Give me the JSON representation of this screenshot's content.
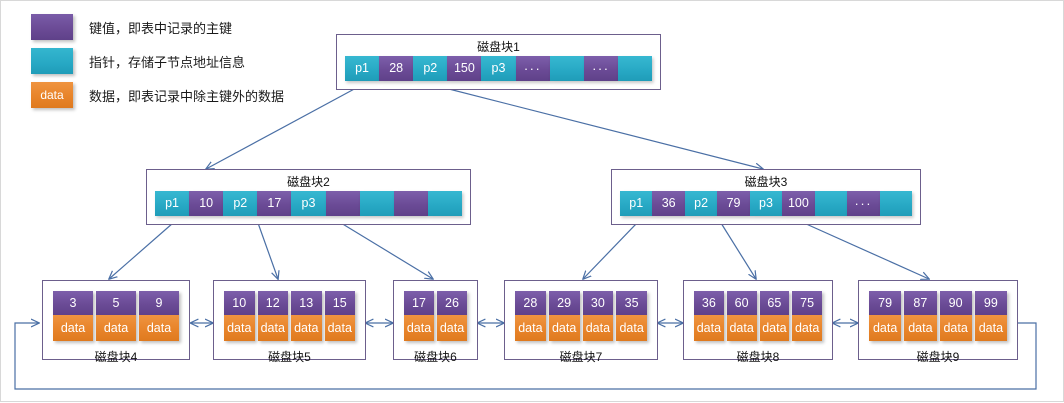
{
  "legend": {
    "items": [
      {
        "swatch": "key-color-swatch",
        "swatch_text": "",
        "text": "键值，即表中记录的主键"
      },
      {
        "swatch": "pointer-color-swatch",
        "swatch_text": "",
        "text": "指针，存储子节点地址信息"
      },
      {
        "swatch": "data-color-swatch",
        "swatch_text": "data",
        "text": "数据，即表记录中除主键外的数据"
      }
    ]
  },
  "colors": {
    "key_purple": "#6b4b96",
    "pointer_cyan": "#27a8c4",
    "data_orange": "#e8842a",
    "node_border": "#6c5f8c",
    "connector": "#4a6fa5"
  },
  "index_nodes": [
    {
      "id": "node-1",
      "title": "磁盘块1",
      "cells": [
        {
          "type": "ptr",
          "label": "p1"
        },
        {
          "type": "key",
          "label": "28"
        },
        {
          "type": "ptr",
          "label": "p2"
        },
        {
          "type": "key",
          "label": "150"
        },
        {
          "type": "ptr",
          "label": "p3"
        },
        {
          "type": "key",
          "label": "···"
        },
        {
          "type": "ptr",
          "label": ""
        },
        {
          "type": "key",
          "label": "···"
        },
        {
          "type": "ptr",
          "label": ""
        }
      ]
    },
    {
      "id": "node-2",
      "title": "磁盘块2",
      "cells": [
        {
          "type": "ptr",
          "label": "p1"
        },
        {
          "type": "key",
          "label": "10"
        },
        {
          "type": "ptr",
          "label": "p2"
        },
        {
          "type": "key",
          "label": "17"
        },
        {
          "type": "ptr",
          "label": "p3"
        },
        {
          "type": "key",
          "label": ""
        },
        {
          "type": "ptr",
          "label": ""
        },
        {
          "type": "key",
          "label": ""
        },
        {
          "type": "ptr",
          "label": ""
        }
      ]
    },
    {
      "id": "node-3",
      "title": "磁盘块3",
      "cells": [
        {
          "type": "ptr",
          "label": "p1"
        },
        {
          "type": "key",
          "label": "36"
        },
        {
          "type": "ptr",
          "label": "p2"
        },
        {
          "type": "key",
          "label": "79"
        },
        {
          "type": "ptr",
          "label": "p3"
        },
        {
          "type": "key",
          "label": "100"
        },
        {
          "type": "ptr",
          "label": ""
        },
        {
          "type": "key",
          "label": "···"
        },
        {
          "type": "ptr",
          "label": ""
        }
      ]
    }
  ],
  "leaf_nodes": [
    {
      "id": "leaf-4",
      "title": "磁盘块4",
      "keys": [
        "3",
        "5",
        "9"
      ],
      "data_label": "data"
    },
    {
      "id": "leaf-5",
      "title": "磁盘块5",
      "keys": [
        "10",
        "12",
        "13",
        "15"
      ],
      "data_label": "data"
    },
    {
      "id": "leaf-6",
      "title": "磁盘块6",
      "keys": [
        "17",
        "26"
      ],
      "data_label": "data"
    },
    {
      "id": "leaf-7",
      "title": "磁盘块7",
      "keys": [
        "28",
        "29",
        "30",
        "35"
      ],
      "data_label": "data"
    },
    {
      "id": "leaf-8",
      "title": "磁盘块8",
      "keys": [
        "36",
        "60",
        "65",
        "75"
      ],
      "data_label": "data"
    },
    {
      "id": "leaf-9",
      "title": "磁盘块9",
      "keys": [
        "79",
        "87",
        "90",
        "99"
      ],
      "data_label": "data"
    }
  ]
}
